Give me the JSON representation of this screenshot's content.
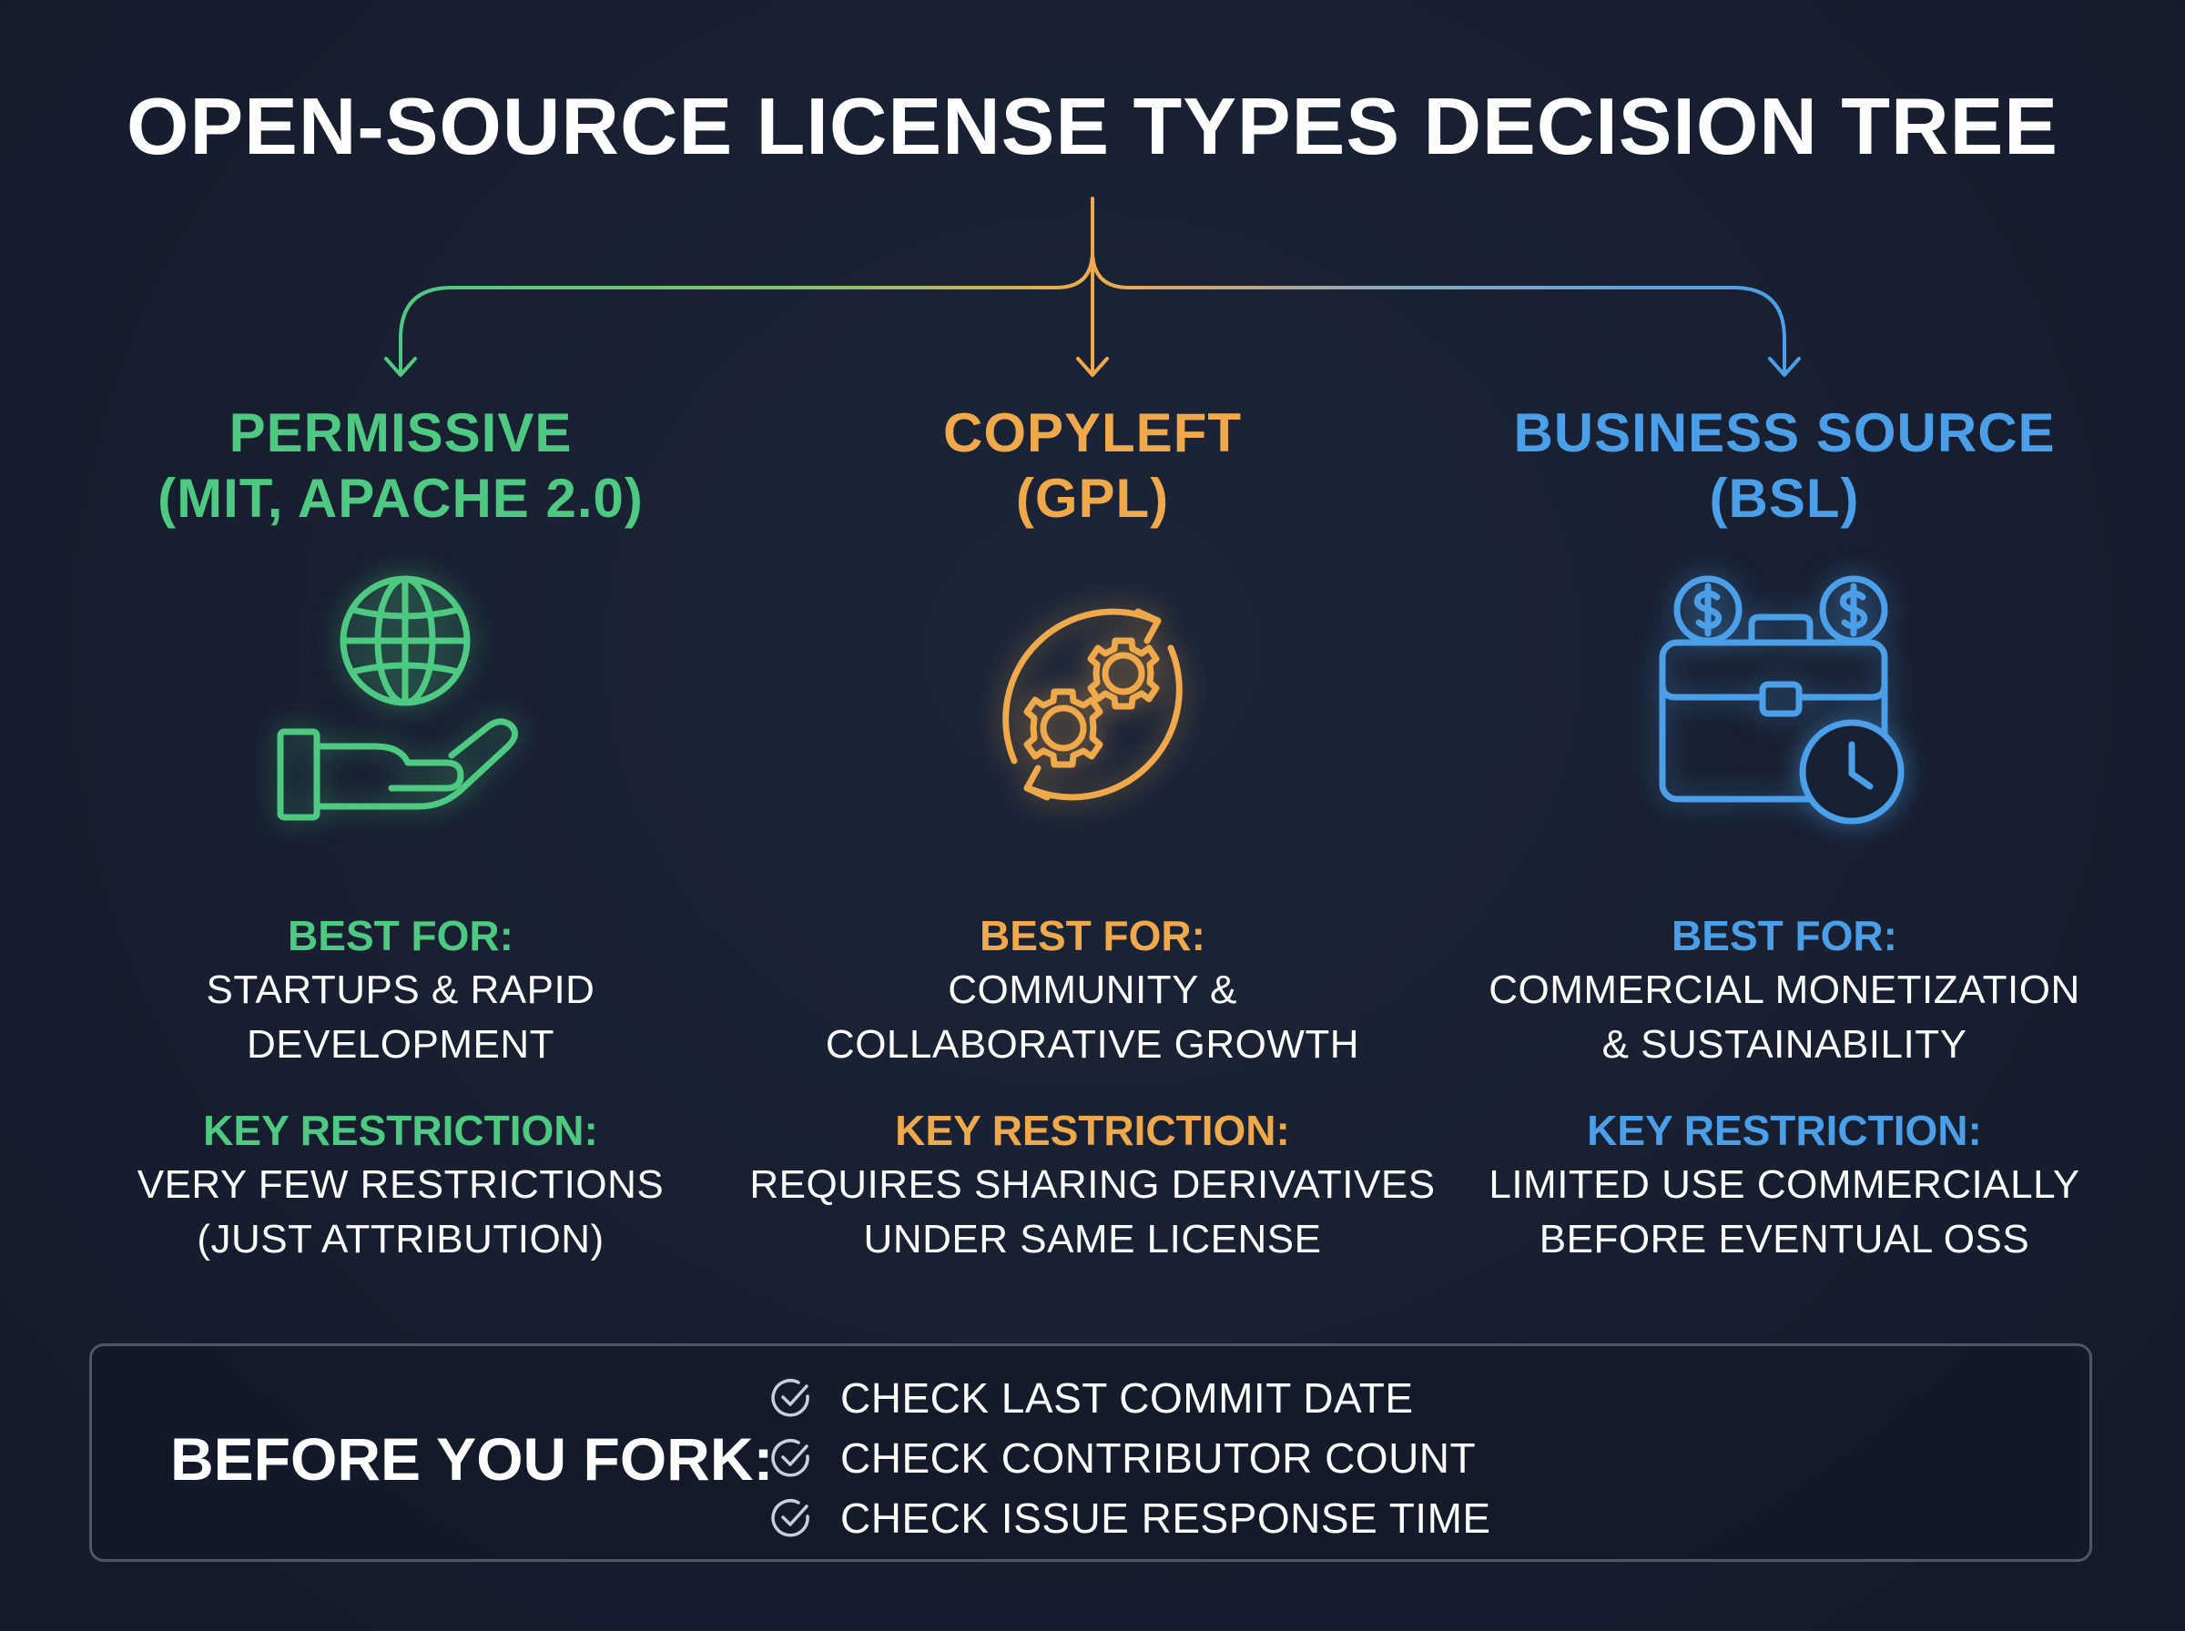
{
  "title": "OPEN-SOURCE LICENSE TYPES DECISION TREE",
  "colors": {
    "background": "#182033",
    "permissive": "#4ec982",
    "copyleft": "#f0a94a",
    "business_source": "#4a9fe8",
    "box_border": "#4e5667"
  },
  "branches": [
    {
      "id": "permissive",
      "heading_line1": "PERMISSIVE",
      "heading_line2": "(MIT, APACHE 2.0)",
      "icon": "globe-in-hand-icon",
      "best_for_label": "BEST FOR:",
      "best_for_line1": "STARTUPS & RAPID",
      "best_for_line2": "DEVELOPMENT",
      "key_restriction_label": "KEY RESTRICTION:",
      "key_restriction_line1": "VERY FEW RESTRICTIONS",
      "key_restriction_line2": "(JUST ATTRIBUTION)"
    },
    {
      "id": "copyleft",
      "heading_line1": "COPYLEFT",
      "heading_line2": "(GPL)",
      "icon": "gears-cycle-icon",
      "best_for_label": "BEST FOR:",
      "best_for_line1": "COMMUNITY &",
      "best_for_line2": "COLLABORATIVE GROWTH",
      "key_restriction_label": "KEY RESTRICTION:",
      "key_restriction_line1": "REQUIRES SHARING DERIVATIVES",
      "key_restriction_line2": "UNDER SAME LICENSE"
    },
    {
      "id": "business_source",
      "heading_line1": "BUSINESS SOURCE",
      "heading_line2": "(BSL)",
      "icon": "briefcase-money-clock-icon",
      "best_for_label": "BEST FOR:",
      "best_for_line1": "COMMERCIAL MONETIZATION",
      "best_for_line2": "& SUSTAINABILITY",
      "key_restriction_label": "KEY RESTRICTION:",
      "key_restriction_line1": "LIMITED USE COMMERCIALLY",
      "key_restriction_line2": "BEFORE EVENTUAL OSS"
    }
  ],
  "fork_checklist": {
    "title": "BEFORE YOU FORK:",
    "icon": "check-circle-icon",
    "items": [
      "CHECK LAST COMMIT DATE",
      "CHECK CONTRIBUTOR COUNT",
      "CHECK ISSUE RESPONSE TIME"
    ]
  }
}
